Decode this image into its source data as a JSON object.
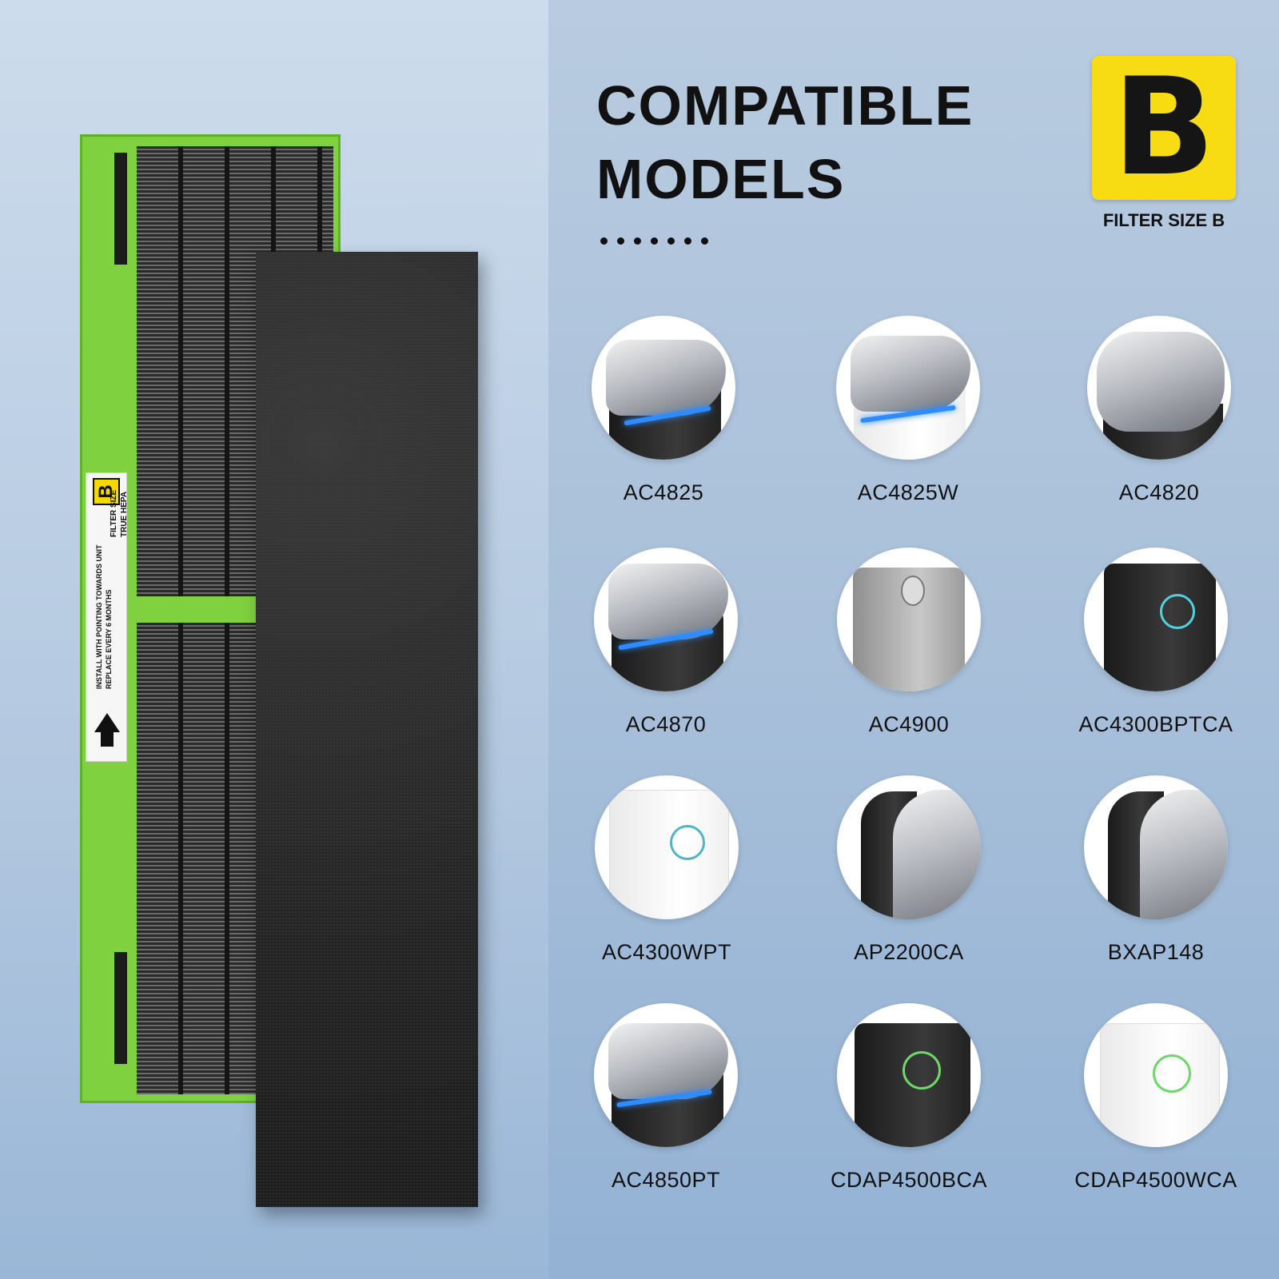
{
  "title": {
    "line1": "COMPATIBLE",
    "line2": "MODELS"
  },
  "filter_size_badge": {
    "letter": "B",
    "caption": "FILTER SIZE B",
    "color": "#f7dc13"
  },
  "filter_label": {
    "size_text": "FILTER SIZE",
    "size_letter": "B",
    "hepa_text": "TRUE HEPA",
    "instruction_1": "INSTALL WITH POINTING TOWARDS UNIT",
    "instruction_2": "REPLACE EVERY 6 MONTHS"
  },
  "models": [
    {
      "name": "AC4825",
      "icon": "dark-tower-silver-top-purifier"
    },
    {
      "name": "AC4825W",
      "icon": "white-tower-silver-top-purifier"
    },
    {
      "name": "AC4820",
      "icon": "silver-top-purifier"
    },
    {
      "name": "AC4870",
      "icon": "dark-tower-silver-top-purifier"
    },
    {
      "name": "AC4900",
      "icon": "grey-box-purifier"
    },
    {
      "name": "AC4300BPTCA",
      "icon": "black-box-purifier"
    },
    {
      "name": "AC4300WPT",
      "icon": "white-box-purifier"
    },
    {
      "name": "AP2200CA",
      "icon": "silver-tower-purifier"
    },
    {
      "name": "BXAP148",
      "icon": "silver-tower-purifier"
    },
    {
      "name": "AC4850PT",
      "icon": "dark-tower-silver-top-purifier"
    },
    {
      "name": "CDAP4500BCA",
      "icon": "black-smart-purifier"
    },
    {
      "name": "CDAP4500WCA",
      "icon": "white-smart-purifier"
    }
  ],
  "colors": {
    "hepa_frame": "#7fd13f",
    "carbon": "#262626",
    "accent_blue": "#2d8cff"
  }
}
